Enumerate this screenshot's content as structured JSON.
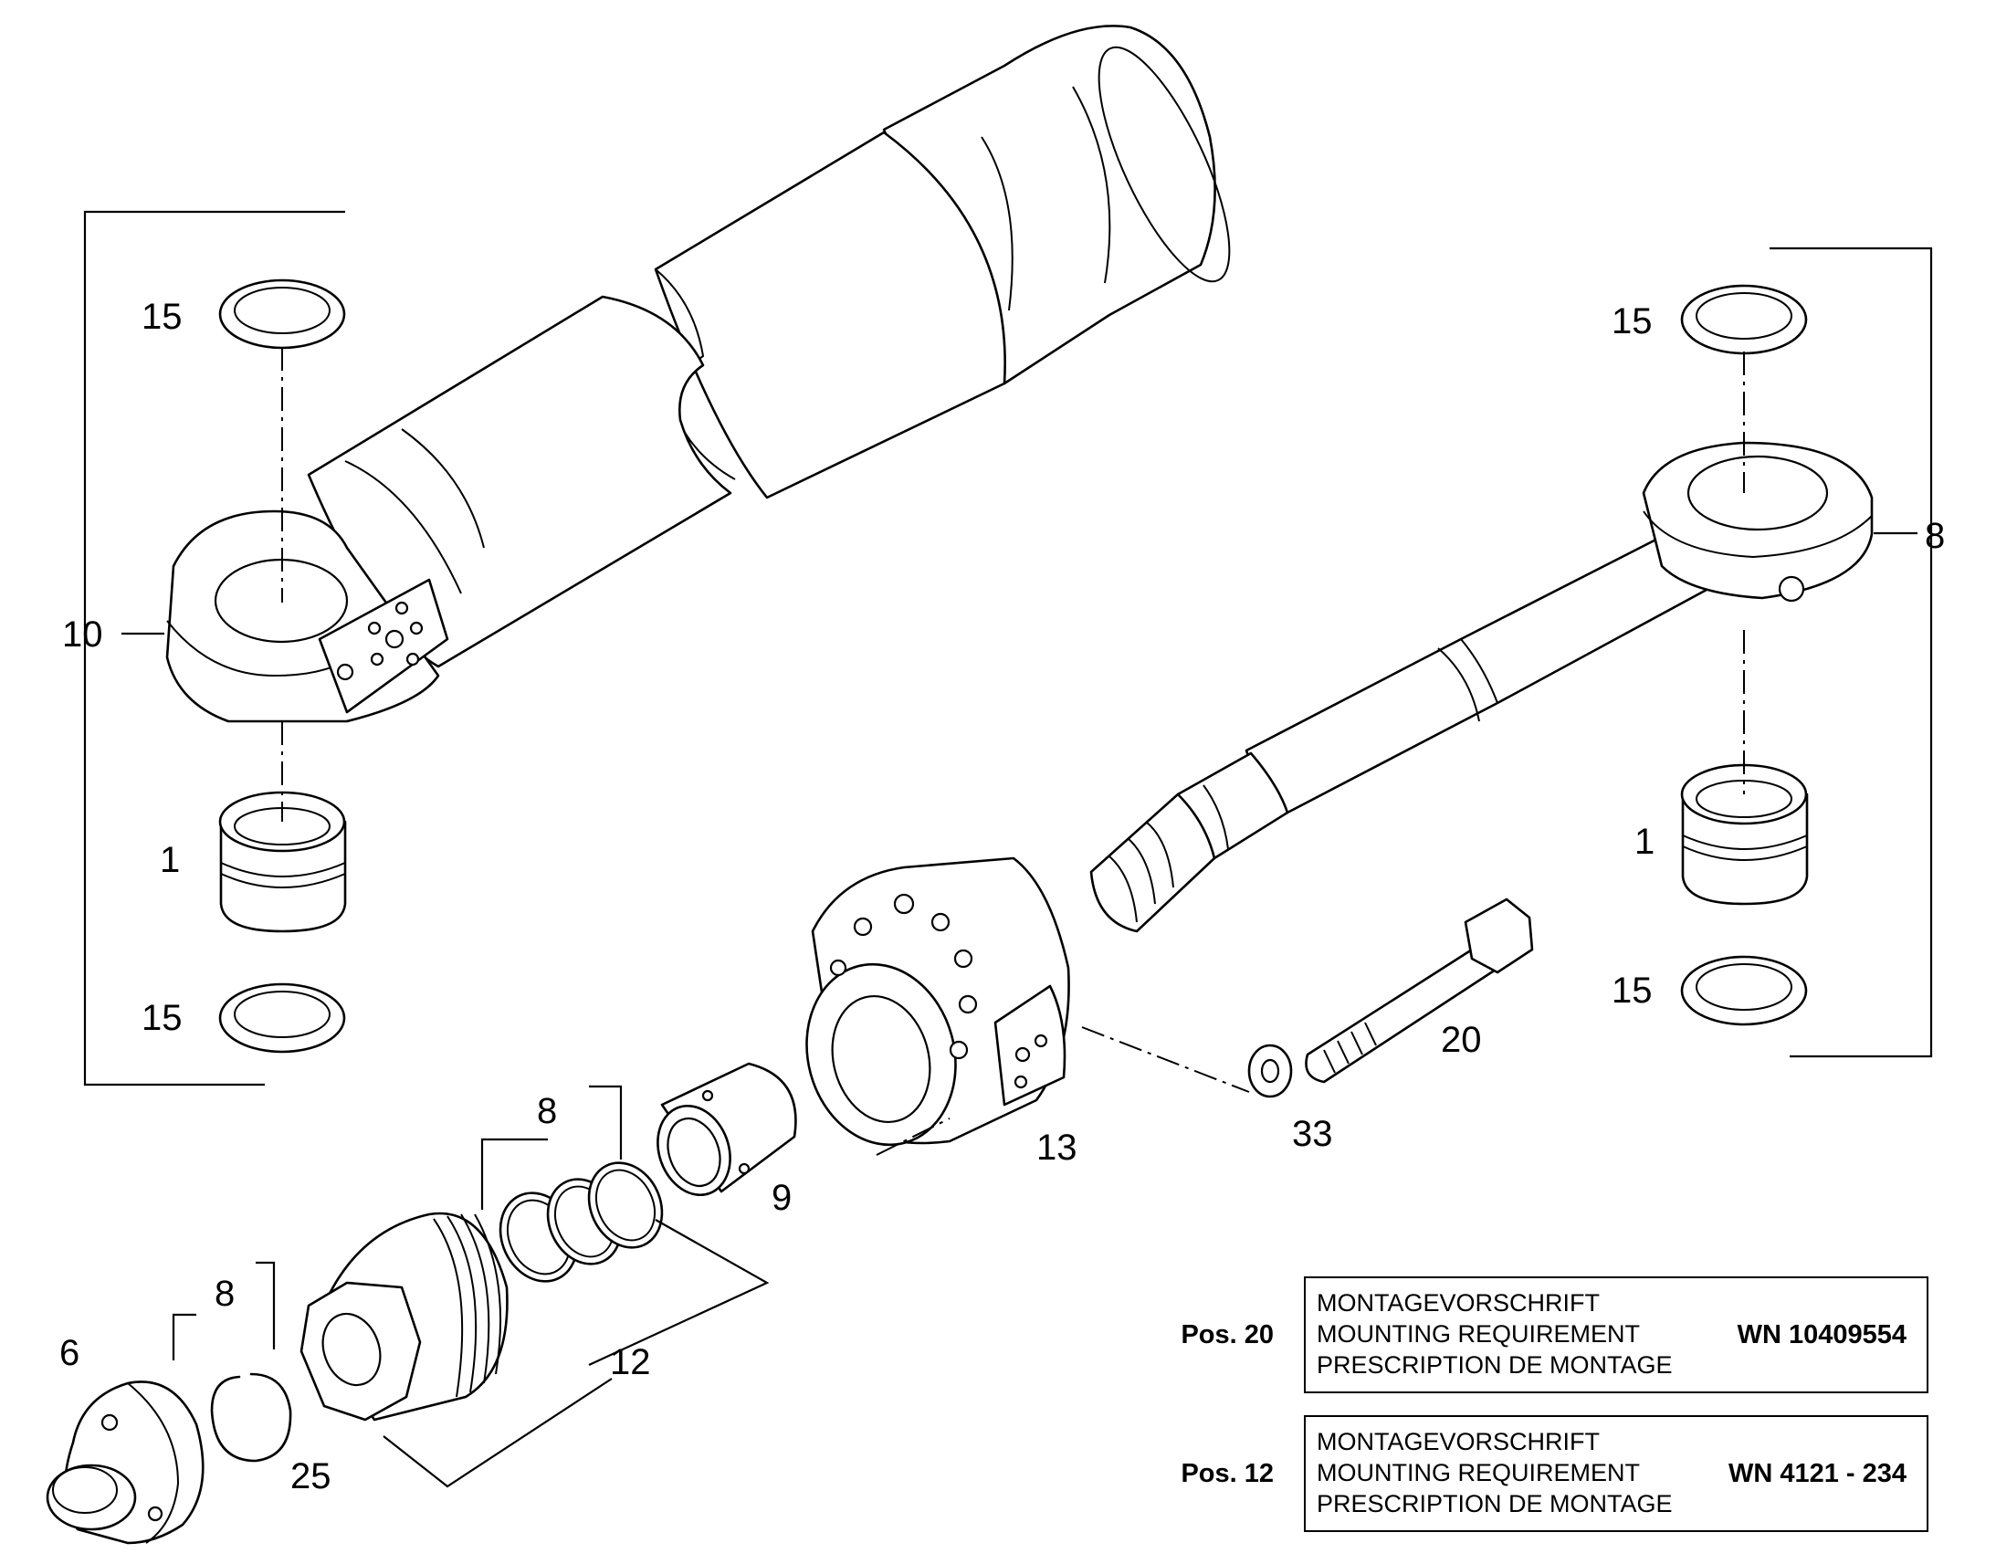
{
  "callouts": {
    "c15_top_left": "15",
    "c10": "10",
    "c1_left": "1",
    "c15_bottom_left": "15",
    "c15_top_right": "15",
    "c8_right": "8",
    "c1_right": "1",
    "c15_bottom_right": "15",
    "c20": "20",
    "c33": "33",
    "c13": "13",
    "c9": "9",
    "c8_seals": "8",
    "c12": "12",
    "c8_ring": "8",
    "c6": "6",
    "c25": "25"
  },
  "notes": [
    {
      "position": "Pos. 20",
      "lines": [
        "MONTAGEVORSCHRIFT",
        "MOUNTING REQUIREMENT",
        "PRESCRIPTION DE MONTAGE"
      ],
      "number": "WN 10409554"
    },
    {
      "position": "Pos. 12",
      "lines": [
        "MONTAGEVORSCHRIFT",
        "MOUNTING REQUIREMENT",
        "PRESCRIPTION DE MONTAGE"
      ],
      "number": "WN 4121 - 234"
    }
  ]
}
